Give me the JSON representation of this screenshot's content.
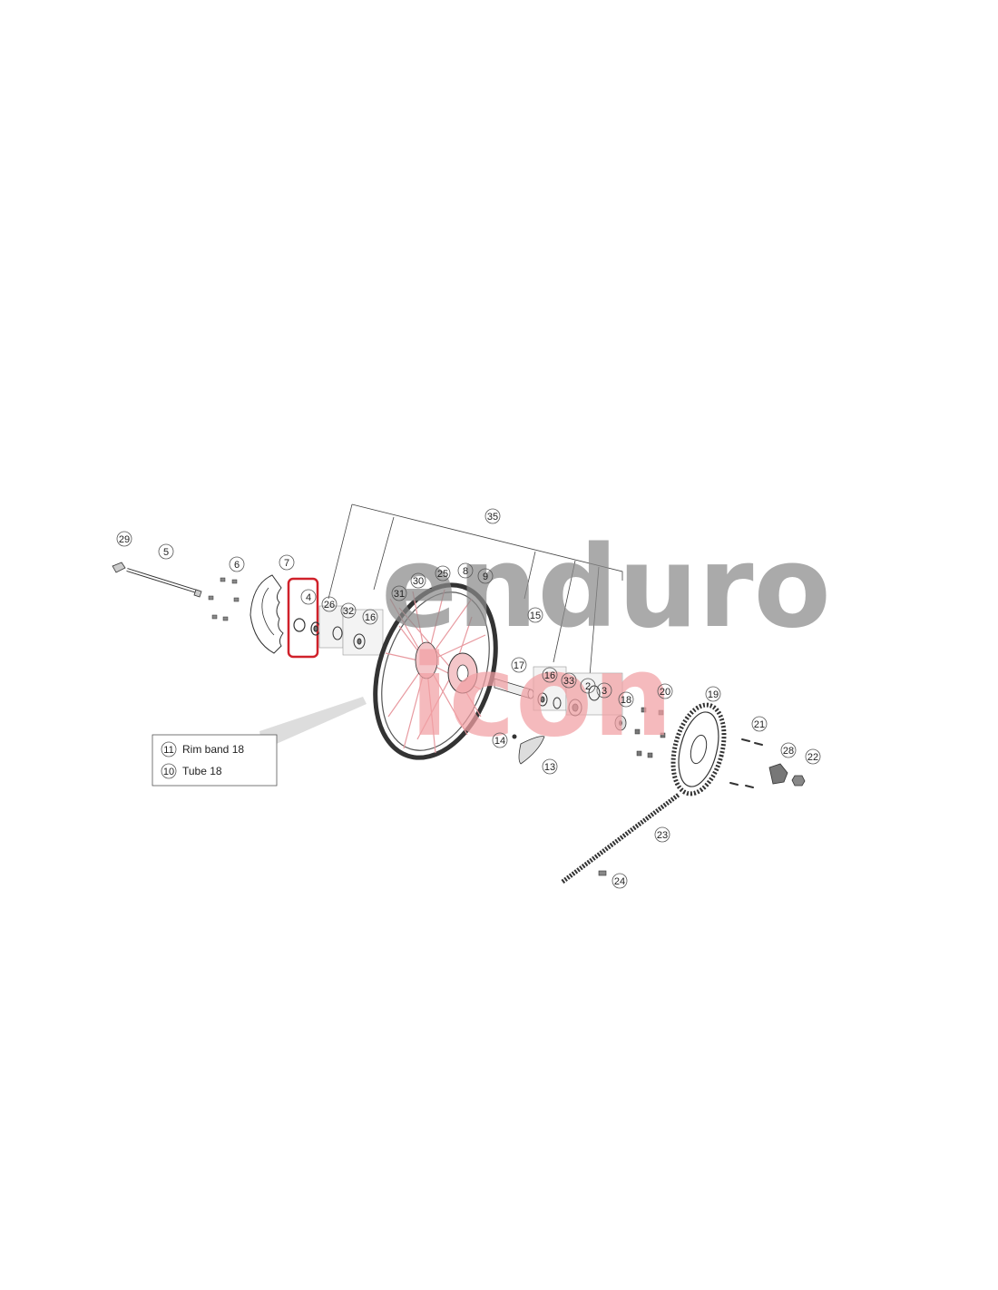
{
  "callouts": {
    "c2": "2",
    "c3": "3",
    "c4": "4",
    "c5": "5",
    "c6": "6",
    "c7": "7",
    "c8": "8",
    "c9": "9",
    "c13": "13",
    "c14": "14",
    "c15": "15",
    "c16a": "16",
    "c16b": "16",
    "c17": "17",
    "c18": "18",
    "c19": "19",
    "c20": "20",
    "c21": "21",
    "c22": "22",
    "c23": "23",
    "c24": "24",
    "c25": "25",
    "c26": "26",
    "c28": "28",
    "c29": "29",
    "c30": "30",
    "c31": "31",
    "c32": "32",
    "c33": "33",
    "c35": "35"
  },
  "legend": {
    "items": [
      {
        "num": "11",
        "label": "Rim band 18"
      },
      {
        "num": "10",
        "label": "Tube 18"
      }
    ]
  },
  "watermark": {
    "line1": "enduro",
    "line2": "icon"
  },
  "colors": {
    "line": "#333333",
    "highlight": "#d0212a",
    "watermark_gray": "#8a8a8a",
    "watermark_pink": "#f2a0a4",
    "hub_pink": "#e89aa0"
  }
}
